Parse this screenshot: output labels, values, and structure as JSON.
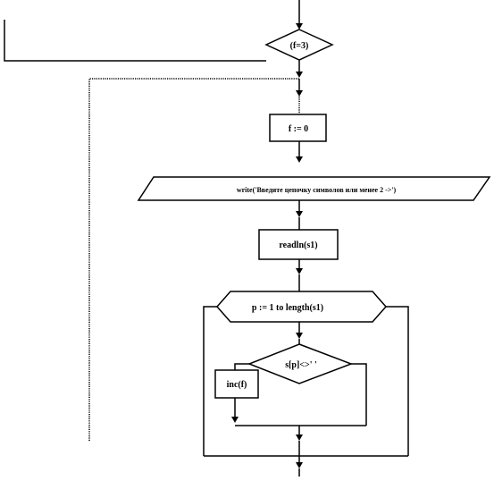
{
  "flowchart": {
    "condition_f3": "(f=3)",
    "assign_f0": "f := 0",
    "write_prompt": "write('Введите  цепочку символов или менее 2 ->')",
    "readln": "readln(s1)",
    "loop_header": "p := 1 to length(s1)",
    "condition_space": "s[p]<>' '",
    "inc": "inc(f)"
  }
}
